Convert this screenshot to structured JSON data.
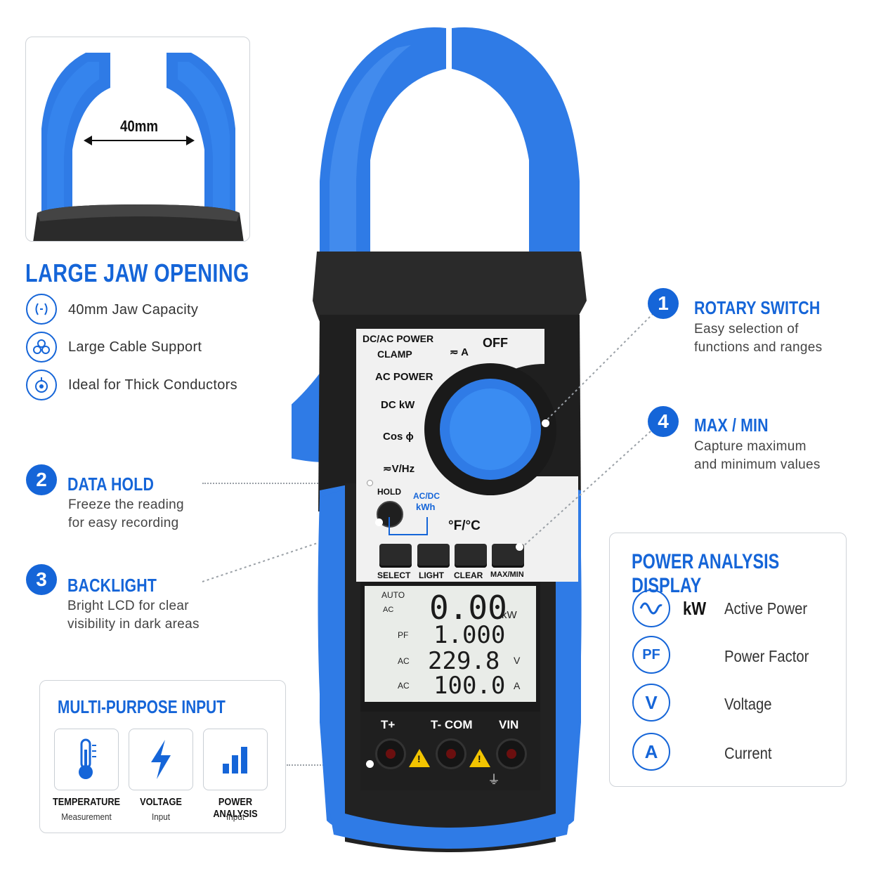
{
  "jaw": {
    "measurement": "40mm",
    "heading": "LARGE JAW OPENING",
    "features": [
      "40mm Jaw Capacity",
      "Large Cable Support",
      "Ideal for Thick Conductors"
    ]
  },
  "callouts": {
    "rotary": {
      "number": "1",
      "title": "ROTARY SWITCH",
      "line1": "Easy selection of",
      "line2": "functions and ranges"
    },
    "hold": {
      "number": "2",
      "title": "DATA HOLD",
      "line1": "Freeze the reading",
      "line2": "for easy recording"
    },
    "backlight": {
      "number": "3",
      "title": "BACKLIGHT",
      "line1": "Bright LCD for clear",
      "line2": "visibility in dark areas"
    },
    "maxmin": {
      "number": "4",
      "title": "MAX / MIN",
      "line1": "Capture maximum",
      "line2": "and minimum values"
    }
  },
  "meter": {
    "dial_labels": {
      "dcac": "DC/AC POWER",
      "clamp": "CLAMP",
      "amps": "≂ A",
      "off": "OFF",
      "ac_power": "AC POWER",
      "dc_kw": "DC kW",
      "cos": "Cos ϕ",
      "vhz": "≂V/Hz",
      "hold": "HOLD",
      "acdc": "AC/DC",
      "kwh": "kWh",
      "temp": "°F/°C"
    },
    "buttons": [
      "SELECT",
      "LIGHT",
      "CLEAR",
      "MAX/MIN"
    ],
    "lcd": {
      "auto": "AUTO",
      "row1_mode": "AC",
      "row1_value": "0.00",
      "row1_unit": "kW",
      "row2_mode": "PF",
      "row2_value": "1.000",
      "row3_mode": "AC",
      "row3_value": "229.8",
      "row3_unit": "V",
      "row4_mode": "AC",
      "row4_value": "100.0",
      "row4_unit": "A"
    },
    "terminals": [
      "T+",
      "T- COM",
      "VIN"
    ],
    "ground": "⏚"
  },
  "multi_input": {
    "heading": "MULTI-PURPOSE INPUT",
    "tiles": [
      {
        "title": "TEMPERATURE",
        "sub": "Measurement",
        "icon": "thermometer-icon"
      },
      {
        "title": "VOLTAGE",
        "sub": "Input",
        "icon": "lightning-icon"
      },
      {
        "title": "POWER ANALYSIS",
        "sub": "Input",
        "icon": "bar-chart-icon"
      }
    ]
  },
  "power_display": {
    "heading": "POWER ANALYSIS DISPLAY",
    "rows": [
      {
        "badge": "",
        "unit": "kW",
        "label": "Active Power",
        "icon": "sine-wave-icon"
      },
      {
        "badge": "PF",
        "unit": "",
        "label": "Power Factor"
      },
      {
        "badge": "V",
        "unit": "",
        "label": "Voltage"
      },
      {
        "badge": "A",
        "unit": "",
        "label": "Current"
      }
    ]
  },
  "colors": {
    "accent": "#1565d8",
    "jaw_blue": "#2f7be6",
    "body_dark": "#1f1f1f"
  }
}
